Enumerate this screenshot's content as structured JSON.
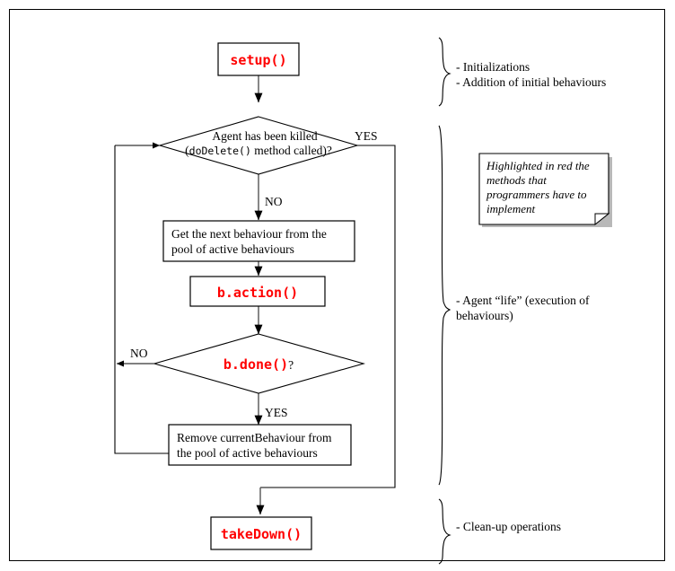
{
  "diagram": {
    "title": "JADE agent lifecycle flowchart",
    "accent_code_color": "#ff0000",
    "text_color": "#000000",
    "background": "#ffffff",
    "nodes": {
      "setup": {
        "label": "setup()",
        "type": "process-code"
      },
      "killed_decision": {
        "line1": "Agent has been killed",
        "line2_prefix": "(",
        "line2_code": "doDelete()",
        "line2_suffix": " method called)?",
        "type": "decision"
      },
      "get_next": {
        "line1": "Get the next behaviour from the",
        "line2": "pool of active behaviours",
        "type": "process"
      },
      "action": {
        "label": "b.action()",
        "type": "process-code"
      },
      "done_decision": {
        "code": "b.done()",
        "suffix": "?",
        "type": "decision"
      },
      "remove": {
        "line1": "Remove currentBehaviour from",
        "line2": "the pool of active behaviours",
        "type": "process"
      },
      "takedown": {
        "label": "takeDown()",
        "type": "process-code"
      }
    },
    "edge_labels": {
      "killed_yes": "YES",
      "killed_no": "NO",
      "done_no": "NO",
      "done_yes": "YES"
    },
    "annotations": [
      {
        "id": "initialization",
        "lines": [
          "- Initializations",
          "- Addition of initial behaviours"
        ]
      },
      {
        "id": "agent-life",
        "lines": [
          "- Agent “life” (execution of",
          "behaviours)"
        ]
      },
      {
        "id": "cleanup",
        "lines": [
          "- Clean-up operations"
        ]
      }
    ],
    "note": {
      "lines": [
        "Highlighted in red the",
        "methods that",
        "programmers have to",
        "implement"
      ]
    }
  }
}
